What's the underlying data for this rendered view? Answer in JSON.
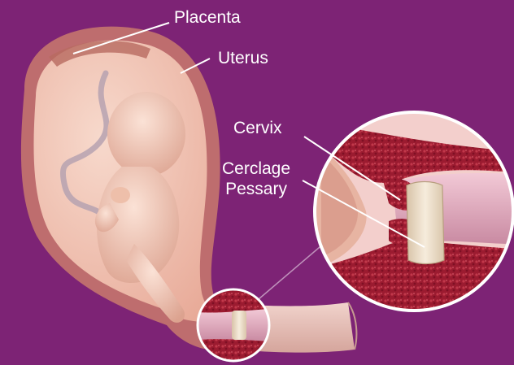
{
  "labels": {
    "placenta": "Placenta",
    "uterus": "Uterus",
    "cervix": "Cervix",
    "cerclage_line1": "Cerclage",
    "cerclage_line2": "Pessary"
  },
  "colors": {
    "background": "#7d2375",
    "uterus_wall": "#c97a6d",
    "uterus_fill": "#f1c2b2",
    "fetus_skin": "#f0c8b4",
    "cervix_tissue": "#9a1a2e",
    "canal_pink": "#e0a5b8",
    "pessary": "#efe1cc",
    "leader_line": "#ffffff"
  }
}
